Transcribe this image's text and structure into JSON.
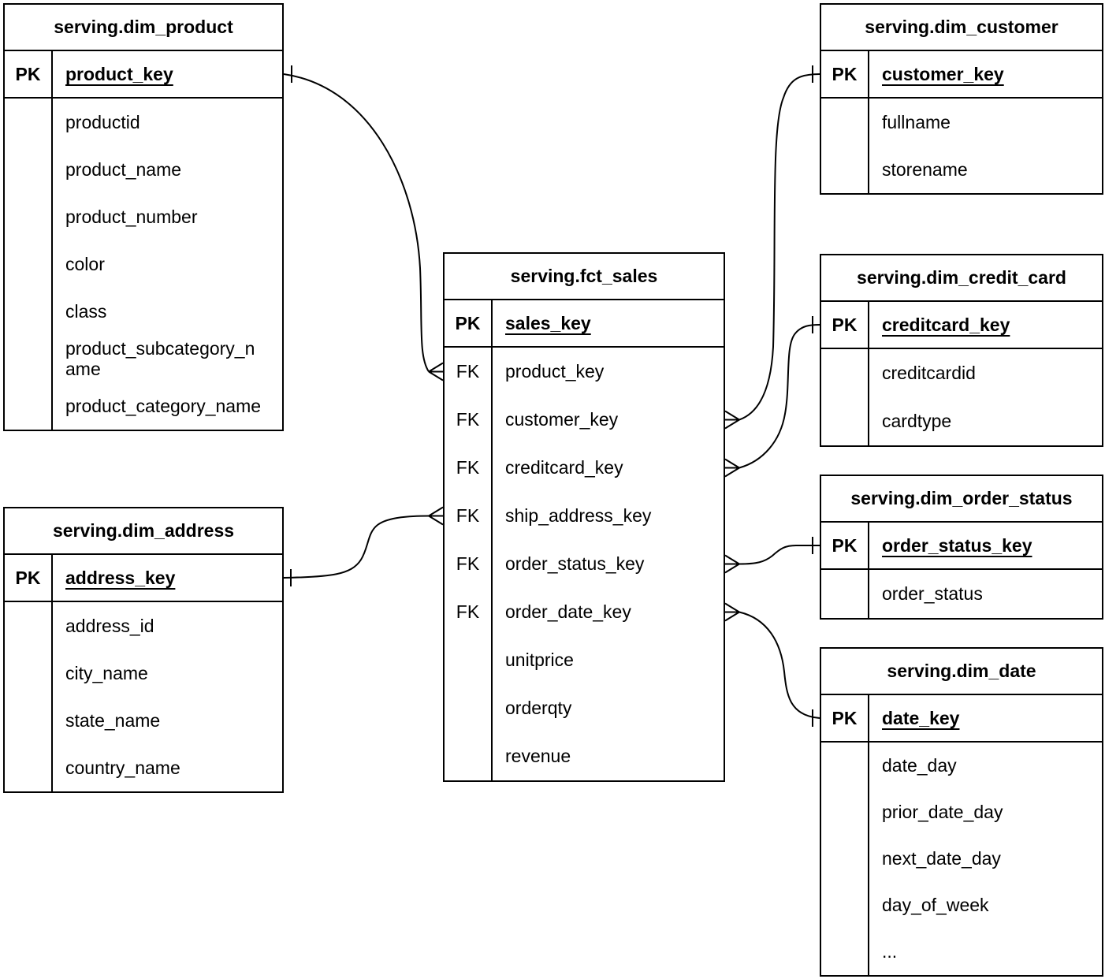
{
  "canvas": {
    "background": "#ffffff",
    "line_color": "#000000",
    "text_color": "#000000"
  },
  "tables": [
    {
      "id": "dim_product",
      "name": "serving.dim_product",
      "pk_label": "PK",
      "pk_field": "product_key",
      "fields": [
        {
          "key": "",
          "name": "productid"
        },
        {
          "key": "",
          "name": "product_name"
        },
        {
          "key": "",
          "name": "product_number"
        },
        {
          "key": "",
          "name": "color"
        },
        {
          "key": "",
          "name": "class"
        },
        {
          "key": "",
          "name": "product_subcategory_name"
        },
        {
          "key": "",
          "name": "product_category_name"
        }
      ]
    },
    {
      "id": "dim_customer",
      "name": "serving.dim_customer",
      "pk_label": "PK",
      "pk_field": "customer_key",
      "fields": [
        {
          "key": "",
          "name": "fullname"
        },
        {
          "key": "",
          "name": "storename"
        }
      ]
    },
    {
      "id": "fct_sales",
      "name": "serving.fct_sales",
      "pk_label": "PK",
      "pk_field": "sales_key",
      "fields": [
        {
          "key": "FK",
          "name": "product_key"
        },
        {
          "key": "FK",
          "name": "customer_key"
        },
        {
          "key": "FK",
          "name": "creditcard_key"
        },
        {
          "key": "FK",
          "name": "ship_address_key"
        },
        {
          "key": "FK",
          "name": "order_status_key"
        },
        {
          "key": "FK",
          "name": "order_date_key"
        },
        {
          "key": "",
          "name": "unitprice"
        },
        {
          "key": "",
          "name": "orderqty"
        },
        {
          "key": "",
          "name": "revenue"
        }
      ]
    },
    {
      "id": "dim_credit_card",
      "name": "serving.dim_credit_card",
      "pk_label": "PK",
      "pk_field": "creditcard_key",
      "fields": [
        {
          "key": "",
          "name": "creditcardid"
        },
        {
          "key": "",
          "name": "cardtype"
        }
      ]
    },
    {
      "id": "dim_order_status",
      "name": "serving.dim_order_status",
      "pk_label": "PK",
      "pk_field": "order_status_key",
      "fields": [
        {
          "key": "",
          "name": "order_status"
        }
      ]
    },
    {
      "id": "dim_date",
      "name": "serving.dim_date",
      "pk_label": "PK",
      "pk_field": "date_key",
      "fields": [
        {
          "key": "",
          "name": "date_day"
        },
        {
          "key": "",
          "name": "prior_date_day"
        },
        {
          "key": "",
          "name": "next_date_day"
        },
        {
          "key": "",
          "name": "day_of_week"
        },
        {
          "key": "",
          "name": "..."
        }
      ]
    },
    {
      "id": "dim_address",
      "name": "serving.dim_address",
      "pk_label": "PK",
      "pk_field": "address_key",
      "fields": [
        {
          "key": "",
          "name": "address_id"
        },
        {
          "key": "",
          "name": "city_name"
        },
        {
          "key": "",
          "name": "state_name"
        },
        {
          "key": "",
          "name": "country_name"
        }
      ]
    }
  ],
  "relationships": [
    {
      "one": "serving.dim_product.product_key",
      "many": "serving.fct_sales.product_key",
      "cardinality": "one-to-many"
    },
    {
      "one": "serving.dim_customer.customer_key",
      "many": "serving.fct_sales.customer_key",
      "cardinality": "one-to-many"
    },
    {
      "one": "serving.dim_credit_card.creditcard_key",
      "many": "serving.fct_sales.creditcard_key",
      "cardinality": "one-to-many"
    },
    {
      "one": "serving.dim_address.address_key",
      "many": "serving.fct_sales.ship_address_key",
      "cardinality": "one-to-many"
    },
    {
      "one": "serving.dim_order_status.order_status_key",
      "many": "serving.fct_sales.order_status_key",
      "cardinality": "one-to-many"
    },
    {
      "one": "serving.dim_date.date_key",
      "many": "serving.fct_sales.order_date_key",
      "cardinality": "one-to-many"
    }
  ]
}
